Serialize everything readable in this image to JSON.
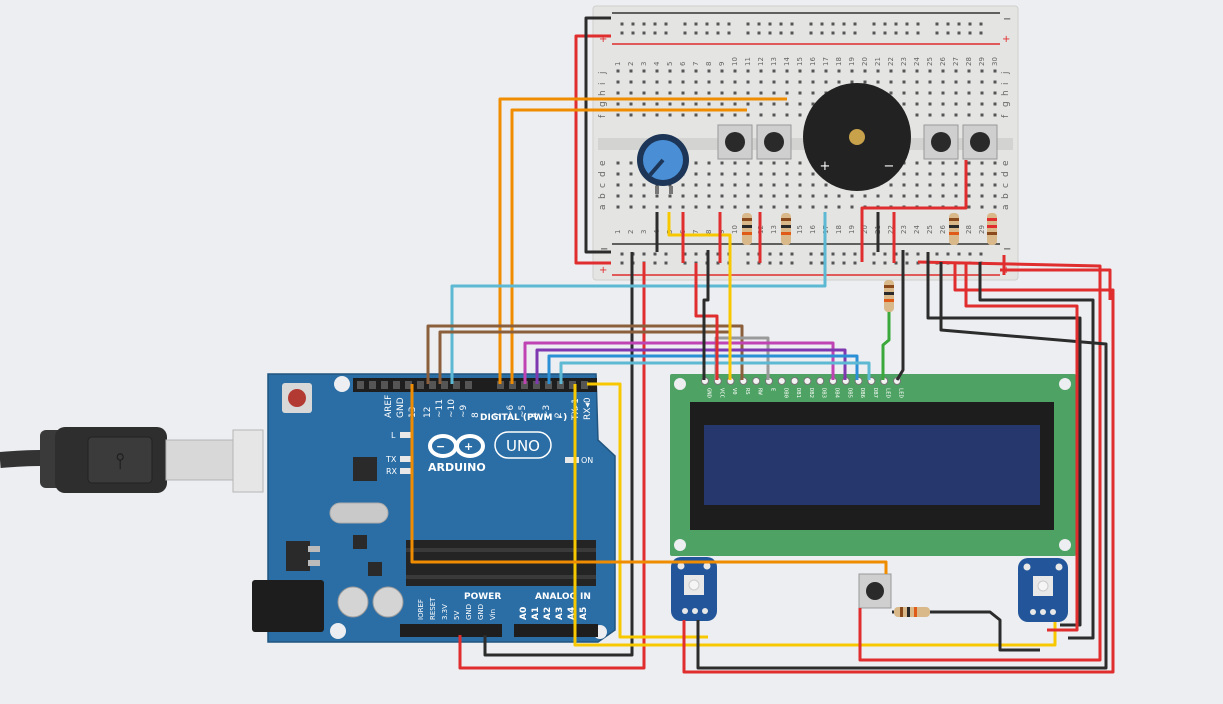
{
  "colors": {
    "background": "#eceef1",
    "board": "#2b6ea5",
    "breadboard": "#e4e4e2",
    "lcd_board": "#4ea263",
    "lcd_screen": "#26376e",
    "wire_red": "#e02d2d",
    "wire_black": "#2c2c2c",
    "wire_orange": "#f08c00",
    "wire_yellow": "#f7c800",
    "wire_cyan": "#5db8d4",
    "wire_brown": "#8b5e3c",
    "wire_gray": "#9a9a9a",
    "wire_magenta": "#c043b3",
    "wire_purple": "#8038b0",
    "wire_blue": "#2a8fd4",
    "wire_green": "#3aa83a"
  },
  "arduino": {
    "logo_text": "ARDUINO",
    "model": "UNO",
    "digital_header": "DIGITAL (PWM ~)",
    "power_header": "POWER",
    "analog_header": "ANALOG IN",
    "led_l": "L",
    "led_tx": "TX",
    "led_rx": "RX",
    "led_on": "ON",
    "top_pins": [
      "AREF",
      "GND",
      "13",
      "12",
      "~11",
      "~10",
      "~9",
      "8",
      "7",
      "~6",
      "~5",
      "4",
      "~3",
      "2",
      "TX▸1",
      "RX◂0"
    ],
    "power_pins": [
      "IOREF",
      "RESET",
      "3.3V",
      "5V",
      "GND",
      "GND",
      "Vin"
    ],
    "analog_pins": [
      "A0",
      "A1",
      "A2",
      "A3",
      "A4",
      "A5"
    ]
  },
  "breadboard": {
    "columns": [
      "1",
      "2",
      "3",
      "4",
      "5",
      "6",
      "7",
      "8",
      "9",
      "10",
      "11",
      "12",
      "13",
      "14",
      "15",
      "16",
      "17",
      "18",
      "19",
      "20",
      "21",
      "22",
      "23",
      "24",
      "25",
      "26",
      "27",
      "28",
      "29",
      "30"
    ],
    "rows_top": [
      "j",
      "i",
      "h",
      "g",
      "f"
    ],
    "rows_bottom": [
      "e",
      "d",
      "c",
      "b",
      "a"
    ],
    "rail_minus": "−",
    "rail_plus": "+"
  },
  "lcd": {
    "pins": [
      "GND",
      "VCC",
      "V0",
      "RS",
      "RW",
      "E",
      "DB0",
      "DB1",
      "DB2",
      "DB3",
      "DB4",
      "DB5",
      "DB6",
      "DB7",
      "LED",
      "LED"
    ]
  },
  "buzzer": {
    "plus": "+",
    "minus": "−"
  }
}
